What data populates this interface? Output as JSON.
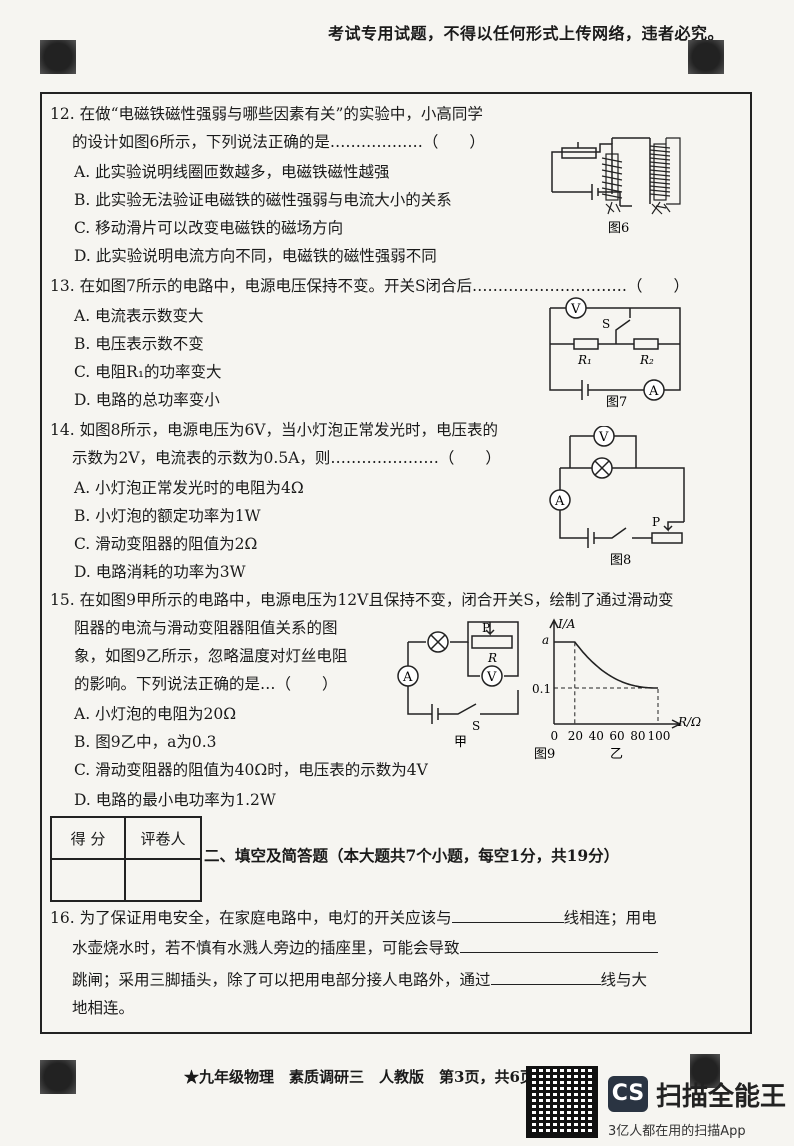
{
  "notice": "考试专用试题，不得以任何形式上传网络，违者必究。",
  "questions": {
    "q12": {
      "stem1": "12. 在做“电磁铁磁性强弱与哪些因素有关”的实验中，小高同学",
      "stem2": "的设计如图6所示，下列说法正确的是………………（　　）",
      "A": "A. 此实验说明线圈匝数越多，电磁铁磁性越强",
      "B": "B. 此实验无法验证电磁铁的磁性强弱与电流大小的关系",
      "C": "C. 移动滑片可以改变电磁铁的磁场方向",
      "D": "D. 此实验说明电流方向不同，电磁铁的磁性强弱不同",
      "figure": "图6"
    },
    "q13": {
      "stem1": "13. 在如图7所示的电路中，电源电压保持不变。开关S闭合后…………………………（　　）",
      "A": "A. 电流表示数变大",
      "B": "B. 电压表示数不变",
      "C": "C. 电阻R₁的功率变大",
      "D": "D. 电路的总功率变小",
      "figure": "图7",
      "labels": {
        "V": "V",
        "A": "A",
        "S": "S",
        "R1": "R₁",
        "R2": "R₂"
      }
    },
    "q14": {
      "stem1": "14. 如图8所示，电源电压为6V，当小灯泡正常发光时，电压表的",
      "stem2": "示数为2V，电流表的示数为0.5A，则…………………（　　）",
      "A": "A. 小灯泡正常发光时的电阻为4Ω",
      "B": "B. 小灯泡的额定功率为1W",
      "C": "C. 滑动变阻器的阻值为2Ω",
      "D": "D. 电路消耗的功率为3W",
      "figure": "图8",
      "labels": {
        "V": "V",
        "A": "A",
        "P": "P"
      }
    },
    "q15": {
      "stem1": "15. 在如图9甲所示的电路中，电源电压为12V且保持不变，闭合开关S，绘制了通过滑动变",
      "stem2": "阻器的电流与滑动变阻器阻值关系的图",
      "stem3": "象，如图9乙所示，忽略温度对灯丝电阻",
      "stem4": "的影响。下列说法正确的是…（　　）",
      "A": "A. 小灯泡的电阻为20Ω",
      "B": "B. 图9乙中，a为0.3",
      "C": "C. 滑动变阻器的阻值为40Ω时，电压表的示数为4V",
      "D": "D. 电路的最小电功率为1.2W",
      "figure": "图9",
      "sub_jia": "甲",
      "sub_yi": "乙",
      "labels": {
        "V": "V",
        "A": "A",
        "P": "P",
        "R": "R",
        "S": "S"
      },
      "graph": {
        "ylabel": "I/A",
        "xlabel": "R/Ω",
        "a_label": "a",
        "y01_label": "0.1",
        "xticks": [
          "0",
          "20",
          "40",
          "60",
          "80",
          "100"
        ]
      }
    }
  },
  "score_table": {
    "col1": "得 分",
    "col2": "评卷人"
  },
  "section2_title": "二、填空及简答题（本大题共7个小题，每空1分，共19分）",
  "q16": {
    "l1a": "16. 为了保证用电安全，在家庭电路中，电灯的开关应该与",
    "l1b": "线相连；用电",
    "l2a": "水壶烧水时，若不慎有水溅人旁边的插座里，可能会导致",
    "l3a": "跳闸；采用三脚插头，除了可以把用电部分接人电路外，通过",
    "l3b": "线与大",
    "l4": "地相连。"
  },
  "footer": "★九年级物理　素质调研三　人教版　第3页，共6页",
  "watermark": {
    "logo": "CS",
    "title": "扫描全能王",
    "sub": "3亿人都在用的扫描App"
  }
}
